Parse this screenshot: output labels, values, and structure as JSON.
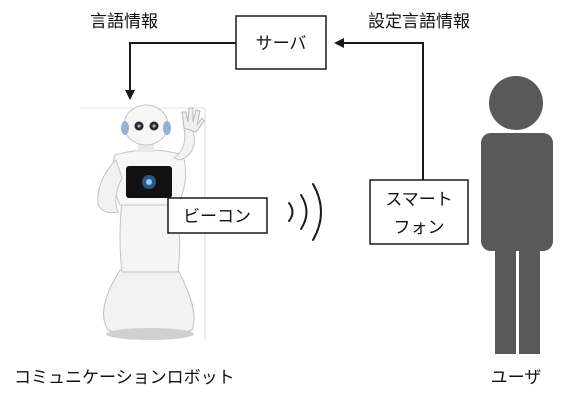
{
  "labels": {
    "language_info": "言語情報",
    "setting_language_info": "設定言語情報",
    "server": "サーバ",
    "beacon": "ビーコン",
    "smartphone_line1": "スマート",
    "smartphone_line2": "フォン",
    "robot": "コミュニケーションロボット",
    "user": "ユーザ"
  },
  "colors": {
    "line": "#1a1a1a",
    "user_figure": "#595959",
    "robot_body": "#f2f2f2",
    "robot_accent": "#8fb3d9",
    "robot_screen": "#111111"
  },
  "icons": {
    "robot": "humanoid-robot-photo",
    "user": "person-silhouette",
    "signal": "wireless-waves-icon"
  }
}
